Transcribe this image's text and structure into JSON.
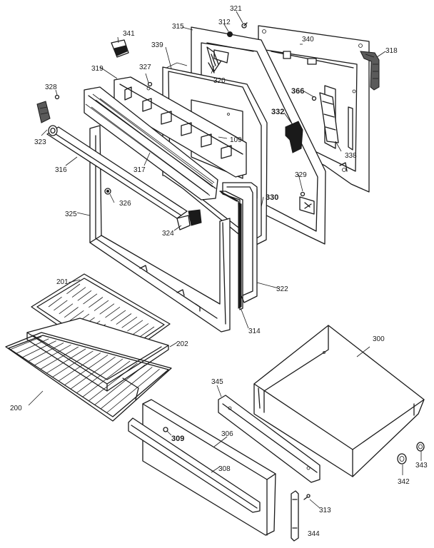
{
  "callouts": {
    "c321": "321",
    "c312": "312",
    "c315": "315",
    "c341": "341",
    "c339": "339",
    "c340": "340",
    "c318": "318",
    "c320": "320",
    "c327": "327",
    "c319": "319",
    "c328": "328",
    "c366": "366",
    "c332": "332",
    "c323": "323",
    "c109": "109",
    "c338": "338",
    "c316": "316",
    "c317": "317",
    "c329": "329",
    "c326": "326",
    "c330": "330",
    "c325": "325",
    "c324": "324",
    "c322": "322",
    "c314": "314",
    "c201": "201",
    "c202": "202",
    "c300": "300",
    "c200": "200",
    "c345": "345",
    "c309": "309",
    "c306": "306",
    "c308": "308",
    "c343": "343",
    "c342": "342",
    "c313": "313",
    "c344": "344"
  }
}
